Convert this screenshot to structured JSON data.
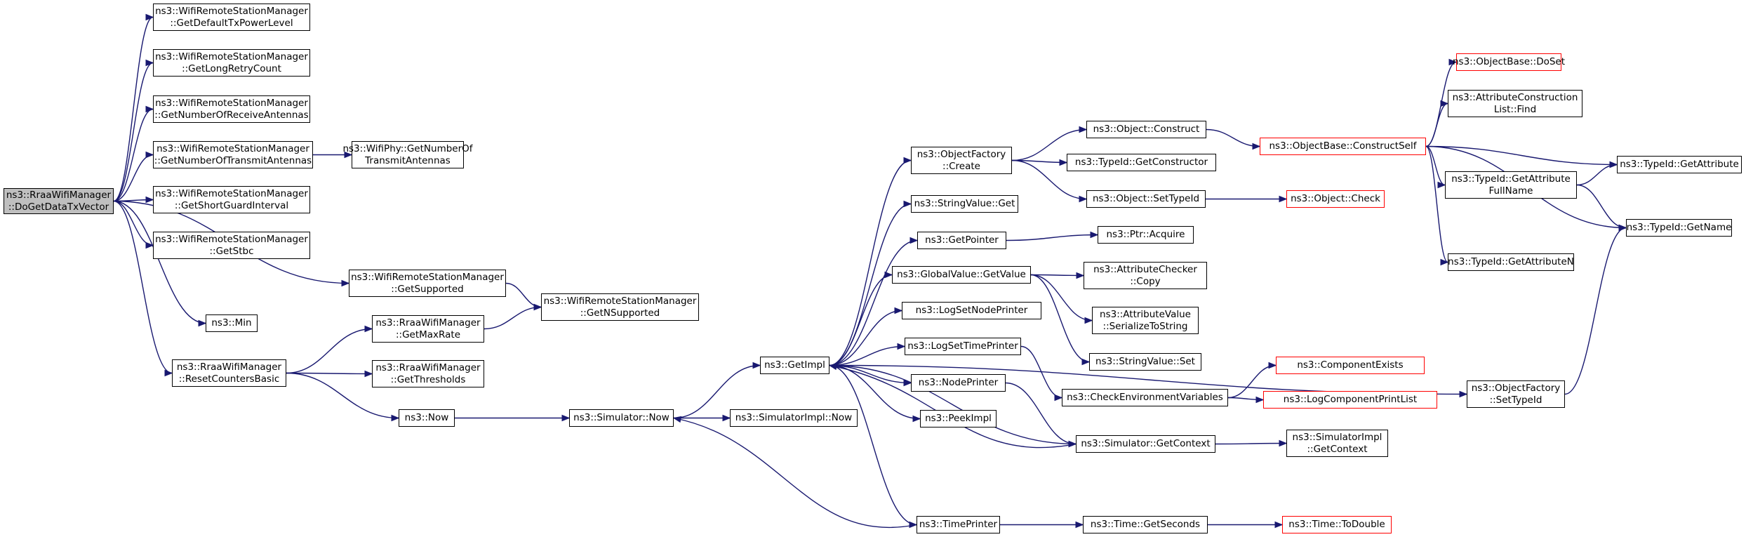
{
  "graph": {
    "type": "call-graph",
    "colors": {
      "edge": "#191970",
      "root_fill": "#bfbfbf",
      "truncated_border": "#ff0000",
      "node_border": "#000000"
    },
    "nodes": [
      {
        "id": "root",
        "lines": [
          "ns3::RraaWifiManager",
          "::DoGetDataTxVector"
        ],
        "root": true
      },
      {
        "id": "defTxPower",
        "lines": [
          "ns3::WifiRemoteStationManager",
          "::GetDefaultTxPowerLevel"
        ]
      },
      {
        "id": "longRetry",
        "lines": [
          "ns3::WifiRemoteStationManager",
          "::GetLongRetryCount"
        ]
      },
      {
        "id": "numRxAnt",
        "lines": [
          "ns3::WifiRemoteStationManager",
          "::GetNumberOfReceiveAntennas"
        ]
      },
      {
        "id": "numTxAnt",
        "lines": [
          "ns3::WifiRemoteStationManager",
          "::GetNumberOfTransmitAntennas"
        ]
      },
      {
        "id": "phyTxAnt",
        "lines": [
          "ns3::WifiPhy::GetNumberOf",
          "TransmitAntennas"
        ]
      },
      {
        "id": "shortGI",
        "lines": [
          "ns3::WifiRemoteStationManager",
          "::GetShortGuardInterval"
        ]
      },
      {
        "id": "stbc",
        "lines": [
          "ns3::WifiRemoteStationManager",
          "::GetStbc"
        ]
      },
      {
        "id": "supported",
        "lines": [
          "ns3::WifiRemoteStationManager",
          "::GetSupported"
        ]
      },
      {
        "id": "nSupported",
        "lines": [
          "ns3::WifiRemoteStationManager",
          "::GetNSupported"
        ]
      },
      {
        "id": "min",
        "lines": [
          "ns3::Min"
        ]
      },
      {
        "id": "maxRate",
        "lines": [
          "ns3::RraaWifiManager",
          "::GetMaxRate"
        ]
      },
      {
        "id": "reset",
        "lines": [
          "ns3::RraaWifiManager",
          "::ResetCountersBasic"
        ]
      },
      {
        "id": "thresholds",
        "lines": [
          "ns3::RraaWifiManager",
          "::GetThresholds"
        ]
      },
      {
        "id": "now",
        "lines": [
          "ns3::Now"
        ]
      },
      {
        "id": "simNow",
        "lines": [
          "ns3::Simulator::Now"
        ]
      },
      {
        "id": "simImplNow",
        "lines": [
          "ns3::SimulatorImpl::Now"
        ]
      },
      {
        "id": "getImpl",
        "lines": [
          "ns3::GetImpl"
        ]
      },
      {
        "id": "ofCreate",
        "lines": [
          "ns3::ObjectFactory",
          "::Create"
        ]
      },
      {
        "id": "strGet",
        "lines": [
          "ns3::StringValue::Get"
        ]
      },
      {
        "id": "getPointer",
        "lines": [
          "ns3::GetPointer"
        ]
      },
      {
        "id": "gvGetValue",
        "lines": [
          "ns3::GlobalValue::GetValue"
        ]
      },
      {
        "id": "logNode",
        "lines": [
          "ns3::LogSetNodePrinter"
        ]
      },
      {
        "id": "logTime",
        "lines": [
          "ns3::LogSetTimePrinter"
        ]
      },
      {
        "id": "nodePrinter",
        "lines": [
          "ns3::NodePrinter"
        ]
      },
      {
        "id": "peekImpl",
        "lines": [
          "ns3::PeekImpl"
        ]
      },
      {
        "id": "timePrinter",
        "lines": [
          "ns3::TimePrinter"
        ]
      },
      {
        "id": "objConstruct",
        "lines": [
          "ns3::Object::Construct"
        ]
      },
      {
        "id": "tidGetCtor",
        "lines": [
          "ns3::TypeId::GetConstructor"
        ]
      },
      {
        "id": "objSetTid",
        "lines": [
          "ns3::Object::SetTypeId"
        ]
      },
      {
        "id": "ptrAcquire",
        "lines": [
          "ns3::Ptr::Acquire"
        ]
      },
      {
        "id": "attrCheckCopy",
        "lines": [
          "ns3::AttributeChecker",
          "::Copy"
        ]
      },
      {
        "id": "attrValSer",
        "lines": [
          "ns3::AttributeValue",
          "::SerializeToString"
        ]
      },
      {
        "id": "strSet",
        "lines": [
          "ns3::StringValue::Set"
        ]
      },
      {
        "id": "checkEnv",
        "lines": [
          "ns3::CheckEnvironmentVariables"
        ]
      },
      {
        "id": "simGetCtx",
        "lines": [
          "ns3::Simulator::GetContext"
        ]
      },
      {
        "id": "timeGetSec",
        "lines": [
          "ns3::Time::GetSeconds"
        ]
      },
      {
        "id": "obConstructSelf",
        "lines": [
          "ns3::ObjectBase::ConstructSelf"
        ],
        "truncated": true
      },
      {
        "id": "objCheck",
        "lines": [
          "ns3::Object::Check"
        ],
        "truncated": true
      },
      {
        "id": "compExists",
        "lines": [
          "ns3::ComponentExists"
        ],
        "truncated": true
      },
      {
        "id": "logCompPrint",
        "lines": [
          "ns3::LogComponentPrintList"
        ],
        "truncated": true
      },
      {
        "id": "simImplCtx",
        "lines": [
          "ns3::SimulatorImpl",
          "::GetContext"
        ]
      },
      {
        "id": "timeToDouble",
        "lines": [
          "ns3::Time::ToDouble"
        ],
        "truncated": true
      },
      {
        "id": "obDoSet",
        "lines": [
          "ns3::ObjectBase::DoSet"
        ],
        "truncated": true
      },
      {
        "id": "acListFind",
        "lines": [
          "ns3::AttributeConstruction",
          "List::Find"
        ]
      },
      {
        "id": "tidAttrFull",
        "lines": [
          "ns3::TypeId::GetAttribute",
          "FullName"
        ]
      },
      {
        "id": "tidAttrN",
        "lines": [
          "ns3::TypeId::GetAttributeN"
        ]
      },
      {
        "id": "tidGetAttr",
        "lines": [
          "ns3::TypeId::GetAttribute"
        ]
      },
      {
        "id": "tidGetName",
        "lines": [
          "ns3::TypeId::GetName"
        ]
      },
      {
        "id": "ofSetTid",
        "lines": [
          "ns3::ObjectFactory",
          "::SetTypeId"
        ]
      }
    ],
    "edges": [
      [
        "root",
        "defTxPower"
      ],
      [
        "root",
        "longRetry"
      ],
      [
        "root",
        "numRxAnt"
      ],
      [
        "root",
        "numTxAnt"
      ],
      [
        "root",
        "shortGI"
      ],
      [
        "root",
        "stbc"
      ],
      [
        "root",
        "supported"
      ],
      [
        "root",
        "min"
      ],
      [
        "root",
        "reset"
      ],
      [
        "numTxAnt",
        "phyTxAnt"
      ],
      [
        "supported",
        "nSupported"
      ],
      [
        "maxRate",
        "nSupported"
      ],
      [
        "reset",
        "maxRate"
      ],
      [
        "reset",
        "thresholds"
      ],
      [
        "reset",
        "now"
      ],
      [
        "now",
        "simNow"
      ],
      [
        "simNow",
        "simImplNow"
      ],
      [
        "simNow",
        "getImpl"
      ],
      [
        "getImpl",
        "ofCreate"
      ],
      [
        "getImpl",
        "strGet"
      ],
      [
        "getImpl",
        "getPointer"
      ],
      [
        "getImpl",
        "gvGetValue"
      ],
      [
        "getImpl",
        "logNode"
      ],
      [
        "getImpl",
        "logTime"
      ],
      [
        "getImpl",
        "nodePrinter"
      ],
      [
        "getImpl",
        "peekImpl"
      ],
      [
        "getImpl",
        "timePrinter"
      ],
      [
        "getImpl",
        "simGetCtx"
      ],
      [
        "getImpl",
        "ofSetTid"
      ],
      [
        "ofCreate",
        "objConstruct"
      ],
      [
        "ofCreate",
        "tidGetCtor"
      ],
      [
        "ofCreate",
        "objSetTid"
      ],
      [
        "getPointer",
        "ptrAcquire"
      ],
      [
        "gvGetValue",
        "attrCheckCopy"
      ],
      [
        "gvGetValue",
        "attrValSer"
      ],
      [
        "gvGetValue",
        "strSet"
      ],
      [
        "logTime",
        "checkEnv"
      ],
      [
        "nodePrinter",
        "simGetCtx"
      ],
      [
        "timePrinter",
        "simNow"
      ],
      [
        "timePrinter",
        "timeGetSec"
      ],
      [
        "objConstruct",
        "obConstructSelf"
      ],
      [
        "objSetTid",
        "objCheck"
      ],
      [
        "checkEnv",
        "compExists"
      ],
      [
        "checkEnv",
        "logCompPrint"
      ],
      [
        "simGetCtx",
        "simImplCtx"
      ],
      [
        "simGetCtx",
        "getImpl"
      ],
      [
        "timeGetSec",
        "timeToDouble"
      ],
      [
        "obConstructSelf",
        "obDoSet"
      ],
      [
        "obConstructSelf",
        "acListFind"
      ],
      [
        "obConstructSelf",
        "tidAttrFull"
      ],
      [
        "obConstructSelf",
        "tidAttrN"
      ],
      [
        "obConstructSelf",
        "tidGetAttr"
      ],
      [
        "obConstructSelf",
        "tidGetName"
      ],
      [
        "tidAttrFull",
        "tidGetAttr"
      ],
      [
        "tidAttrFull",
        "tidGetName"
      ],
      [
        "ofSetTid",
        "tidGetName"
      ]
    ]
  }
}
